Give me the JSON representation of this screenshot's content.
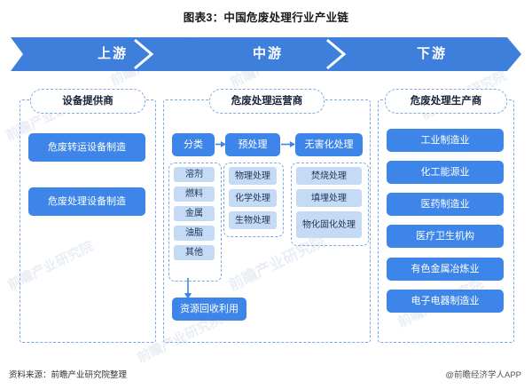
{
  "title": "图表3：中国危废处理行业产业链",
  "band": {
    "segments": [
      {
        "label": "上游"
      },
      {
        "label": "中游"
      },
      {
        "label": "下游"
      }
    ],
    "color": "#3d7fdb"
  },
  "columns": {
    "upstream": {
      "header": "设备提供商",
      "items": [
        {
          "label": "危废转运设备制造"
        },
        {
          "label": "危废处理设备制造"
        }
      ]
    },
    "midstream": {
      "header": "危废处理运营商",
      "stages": [
        {
          "label": "分类",
          "children": [
            {
              "label": "溶剂"
            },
            {
              "label": "燃料"
            },
            {
              "label": "金属"
            },
            {
              "label": "油脂"
            },
            {
              "label": "其他"
            }
          ]
        },
        {
          "label": "预处理",
          "children": [
            {
              "label": "物理处理"
            },
            {
              "label": "化学处理"
            },
            {
              "label": "生物处理"
            }
          ]
        },
        {
          "label": "无害化处理",
          "children": [
            {
              "label": "焚烧处理"
            },
            {
              "label": "填埋处理"
            },
            {
              "label": "物化固化处理"
            }
          ]
        }
      ],
      "recycle": "资源回收利用"
    },
    "downstream": {
      "header": "危废处理生产商",
      "items": [
        {
          "label": "工业制造业"
        },
        {
          "label": "化工能源业"
        },
        {
          "label": "医药制造业"
        },
        {
          "label": "医疗卫生机构"
        },
        {
          "label": "有色金属冶炼业"
        },
        {
          "label": "电子电器制造业"
        }
      ]
    }
  },
  "watermark": {
    "text": "前瞻产业研究院"
  },
  "footer": {
    "source": "资料来源：前瞻产业研究院整理",
    "brand": "@前瞻经济学人APP"
  },
  "colors": {
    "primary": "#3d85e8",
    "band": "#3d7fdb",
    "chip": "#c5dbf5",
    "dashed_border": "#7fa8e8"
  }
}
